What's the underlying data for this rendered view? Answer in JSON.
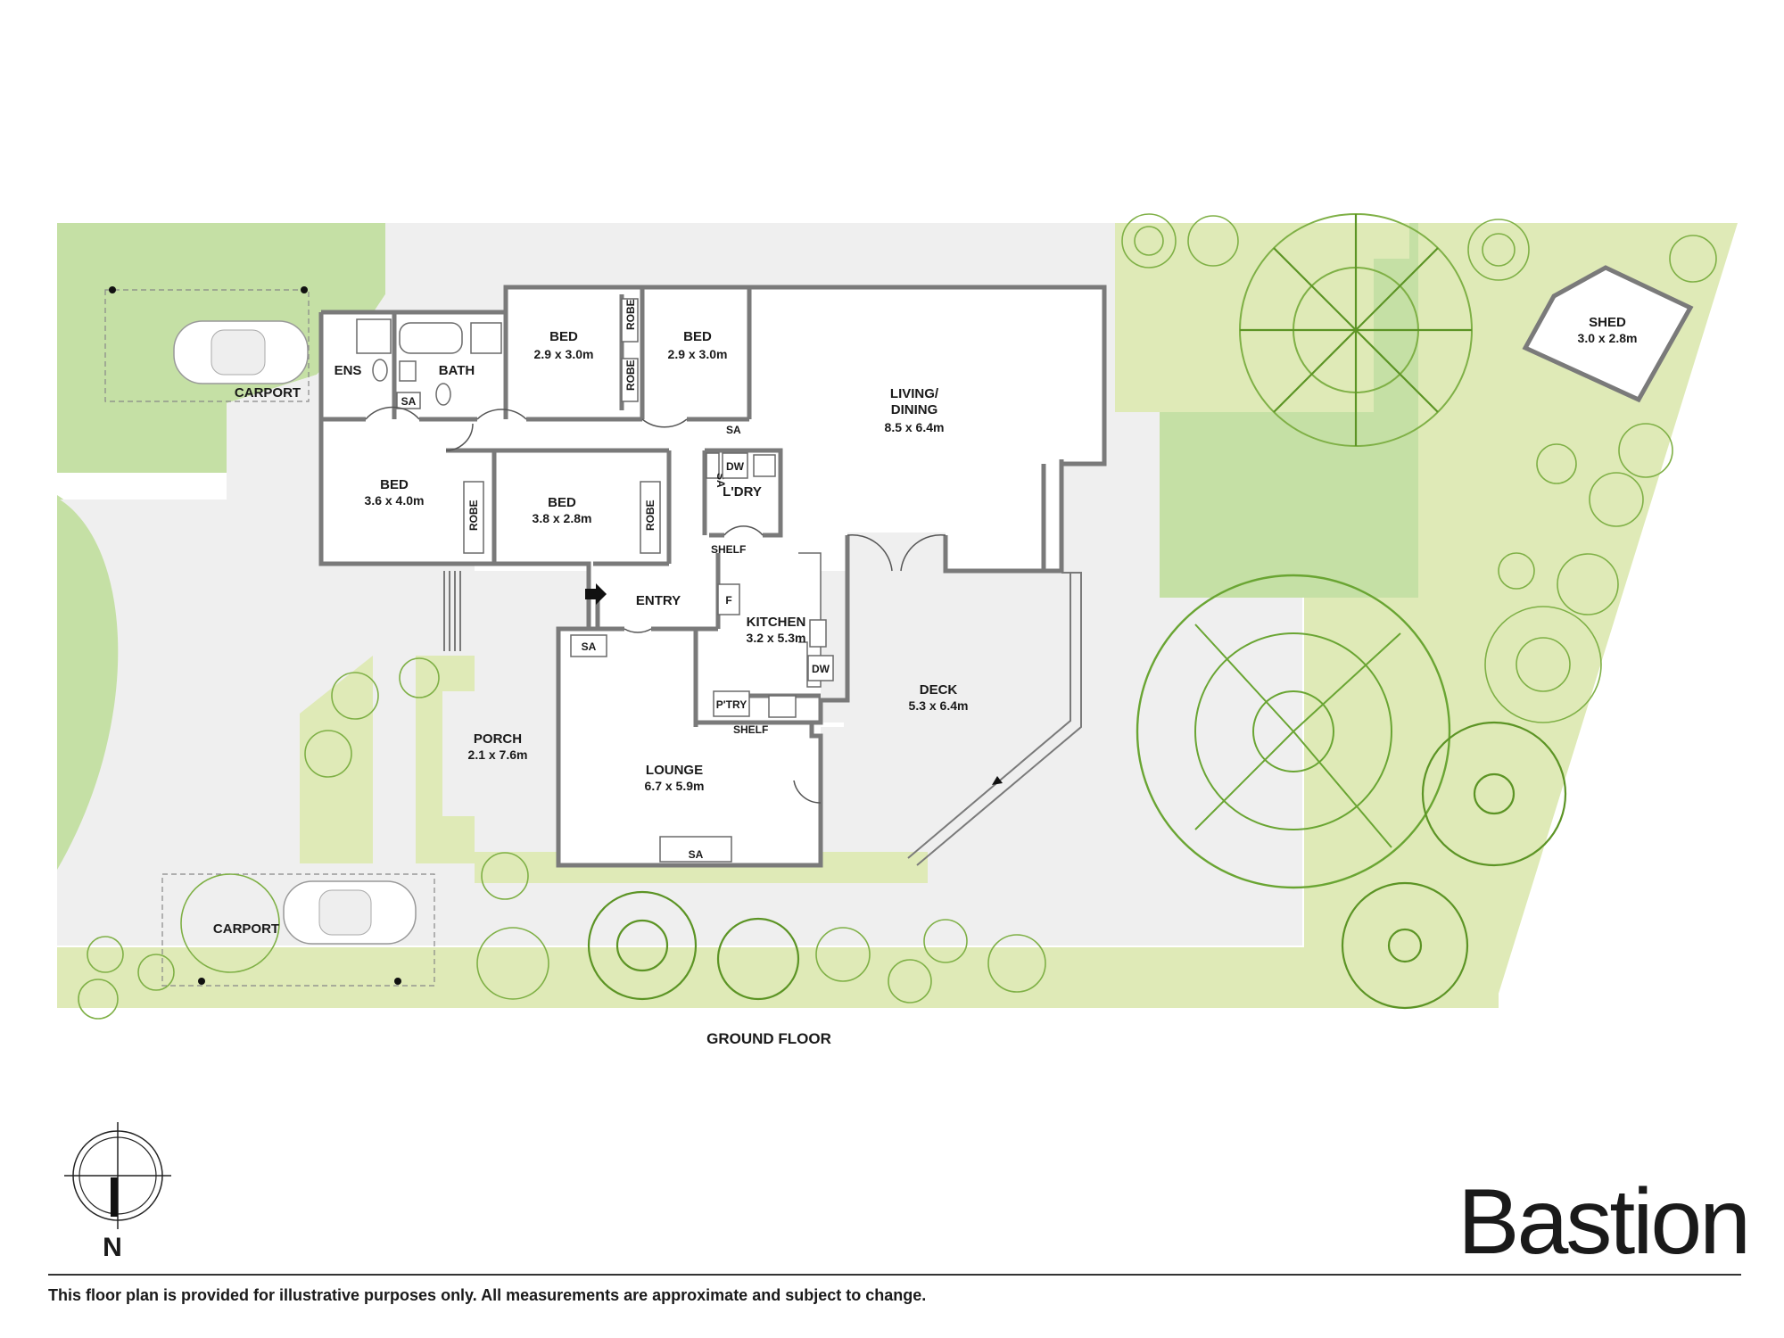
{
  "colors": {
    "lawn_dark": "#c5e0a5",
    "lawn_light": "#dfeab7",
    "paving": "#efefef",
    "wall": "#7a7a7a",
    "plant_stroke": "#7fb046",
    "text": "#1a1a1a"
  },
  "rooms": {
    "ens": "ENS",
    "bath": "BATH",
    "bed1": {
      "name": "BED",
      "size": "2.9 x 3.0m"
    },
    "bed2": {
      "name": "BED",
      "size": "2.9 x 3.0m"
    },
    "bed3": {
      "name": "BED",
      "size": "3.6 x 4.0m"
    },
    "bed4": {
      "name": "BED",
      "size": "3.8 x 2.8m"
    },
    "living": {
      "name1": "LIVING/",
      "name2": "DINING",
      "size": "8.5 x 6.4m"
    },
    "laundry": "L'DRY",
    "entry": "ENTRY",
    "kitchen": {
      "name": "KITCHEN",
      "size": "3.2 x 5.3m"
    },
    "deck": {
      "name": "DECK",
      "size": "5.3 x 6.4m"
    },
    "porch": {
      "name": "PORCH",
      "size": "2.1 x 7.6m"
    },
    "lounge": {
      "name": "LOUNGE",
      "size": "6.7 x 5.9m"
    },
    "shed": {
      "name": "SHED",
      "size": "3.0 x 2.8m"
    },
    "carport_top": "CARPORT",
    "carport_bottom": "CARPORT"
  },
  "fixtures": {
    "robe": "ROBE",
    "sa": "SA",
    "dw": "DW",
    "shelf": "SHELF",
    "fridge": "F",
    "pantry": "P'TRY"
  },
  "floor_label": "GROUND FLOOR",
  "compass": {
    "north": "N",
    "icon": "north-arrow-compass"
  },
  "brand": "Bastion",
  "disclaimer": "This floor plan is provided for illustrative purposes only. All measurements are approximate and subject to change."
}
